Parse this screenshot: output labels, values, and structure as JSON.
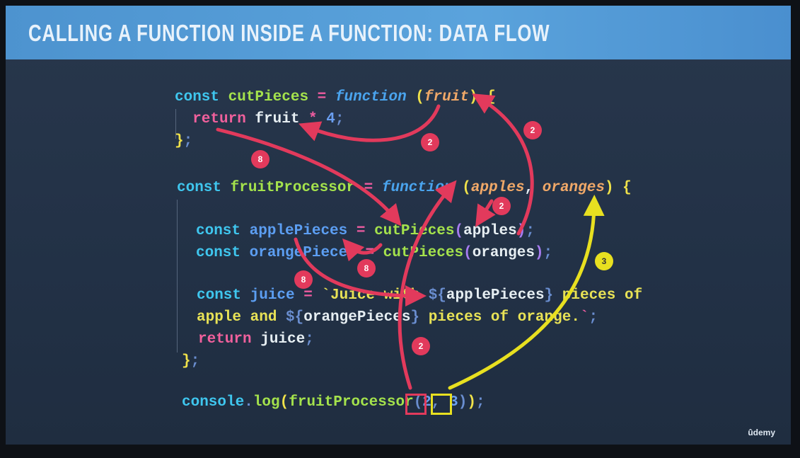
{
  "slide": {
    "title": "CALLING A FUNCTION INSIDE A FUNCTION: DATA FLOW",
    "logo": "ûdemy",
    "code_lines": [
      [
        [
          "const ",
          "kw"
        ],
        [
          "cutPieces ",
          "fn"
        ],
        [
          "= ",
          "op"
        ],
        [
          "function ",
          "fk"
        ],
        [
          "(",
          "br"
        ],
        [
          "fruit",
          "pa"
        ],
        [
          ") {",
          "br"
        ]
      ],
      [
        [
          "  return ",
          "rt"
        ],
        [
          "fruit ",
          "id"
        ],
        [
          "* ",
          "op"
        ],
        [
          "4",
          "nu"
        ],
        [
          ";",
          "pl"
        ]
      ],
      [
        [
          "}",
          "br"
        ],
        [
          ";",
          "pl"
        ]
      ],
      [
        [
          "const ",
          "kw"
        ],
        [
          "fruitProcessor ",
          "fn"
        ],
        [
          "= ",
          "op"
        ],
        [
          "function ",
          "fk"
        ],
        [
          "(",
          "br"
        ],
        [
          "apples",
          "pa"
        ],
        [
          ", ",
          "id"
        ],
        [
          "oranges",
          "pa"
        ],
        [
          ") {",
          "br"
        ]
      ],
      [
        [
          "const ",
          "kw"
        ],
        [
          "applePieces ",
          "vr"
        ],
        [
          "= ",
          "op"
        ],
        [
          "cutPieces",
          "fn"
        ],
        [
          "(",
          "pu"
        ],
        [
          "apples",
          "id"
        ],
        [
          ")",
          "pu"
        ],
        [
          ";",
          "pl"
        ]
      ],
      [
        [
          "const ",
          "kw"
        ],
        [
          "orangePieces ",
          "vr"
        ],
        [
          "= ",
          "op"
        ],
        [
          "cutPieces",
          "fn"
        ],
        [
          "(",
          "pu"
        ],
        [
          "oranges",
          "id"
        ],
        [
          ")",
          "pu"
        ],
        [
          ";",
          "pl"
        ]
      ],
      [
        [
          "const ",
          "kw"
        ],
        [
          "juice ",
          "vr"
        ],
        [
          "= ",
          "op"
        ],
        [
          "`Juice with ",
          "st"
        ],
        [
          "${",
          "pl"
        ],
        [
          "applePieces",
          "id"
        ],
        [
          "}",
          "pl"
        ],
        [
          " pieces of",
          "st"
        ]
      ],
      [
        [
          "apple and ",
          "st"
        ],
        [
          "${",
          "pl"
        ],
        [
          "orangePieces",
          "id"
        ],
        [
          "}",
          "pl"
        ],
        [
          " pieces of orange.",
          "st"
        ],
        [
          "`",
          "op"
        ],
        [
          ";",
          "pl"
        ]
      ],
      [
        [
          "return ",
          "rt"
        ],
        [
          "juice",
          "id"
        ],
        [
          ";",
          "pl"
        ]
      ],
      [
        [
          "}",
          "br"
        ],
        [
          ";",
          "pl"
        ]
      ],
      [
        [
          "console",
          "kw"
        ],
        [
          ".",
          "pl"
        ],
        [
          "log",
          "fn"
        ],
        [
          "(",
          "br"
        ],
        [
          "fruitProcessor",
          "fn"
        ],
        [
          "(",
          "pl"
        ],
        [
          "2",
          "nu"
        ],
        [
          ", ",
          "pl"
        ],
        [
          "3",
          "nu"
        ],
        [
          ")",
          "pl"
        ],
        [
          ")",
          "br"
        ],
        [
          ";",
          "pl"
        ]
      ]
    ],
    "badges": [
      "2",
      "2",
      "8",
      "2",
      "8",
      "8",
      "2",
      "3"
    ]
  },
  "colors": {
    "arrow_red": "#e23a5c",
    "arrow_yellow": "#e8e020"
  }
}
